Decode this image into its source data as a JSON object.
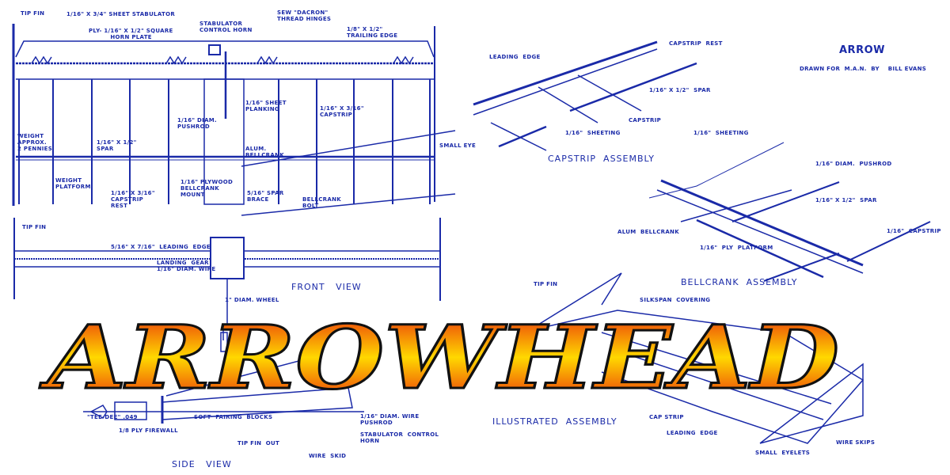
{
  "plan_view": {
    "labels": {
      "tip_fin": "TIP FIN",
      "sheet_stabulator": "1/16\" X 3/4\" SHEET STABULATOR",
      "horn_plate": "PLY- 1/16\" X 1/2\" SQUARE\n          HORN PLATE",
      "control_horn": "STABULATOR\nCONTROL HORN",
      "thread_hinges": "SEW \"DACRON\"\nTHREAD HINGES",
      "trailing_edge": "1/8\" X 1/2\"\nTRAILING EDGE",
      "sheet_planking": "1/16\" SHEET\nPLANKING",
      "pushrod": "1/16\" DIAM.\nPUSHROD",
      "capstrip": "1/16\" X 3/16\"\nCAPSTRIP",
      "alum_bellcrank": "ALUM.\nBELLCRANK",
      "weight": "WEIGHT\nAPPROX.\n2 PENNIES",
      "spar": "1/16\" X 1/2\"\nSPAR",
      "small_eye": "SMALL EYE",
      "weight_platform": "WEIGHT\nPLATFORM",
      "bellcrank_mount": "1/16\" PLYWOOD\nBELLCRANK\nMOUNT",
      "spar_brace": "5/16\" SPAR\nBRACE",
      "bellcrank_bolt": "BELLCRANK\nBOLT",
      "capstrip_rest": "1/16\" X 3/16\"\nCAPSTRIP\nREST"
    }
  },
  "capstrip_assembly": {
    "title": "CAPSTRIP  ASSEMBLY",
    "labels": {
      "capstrip_rest": "CAPSTRIP  REST",
      "leading_edge": "LEADING  EDGE",
      "spar": "1/16\" X 1/2\"  SPAR",
      "capstrip": "CAPSTRIP",
      "sheeting": "1/16\"  SHEETING"
    }
  },
  "title_block": {
    "title": "ARROW",
    "credit": "DRAWN FOR  M.A.N.  BY    BILL EVANS"
  },
  "bellcrank_assembly": {
    "title": "BELLCRANK  ASSEMBLY",
    "labels": {
      "sheeting": "1/16\"  SHEETING",
      "pushrod": "1/16\" DIAM.  PUSHROD",
      "spar": "1/16\" X 1/2\"  SPAR",
      "alum_bellcrank": "ALUM  BELLCRANK",
      "capstrip": "1/16\"  CAPSTRIP",
      "ply_platform": "1/16\"  PLY  PLATFORM"
    }
  },
  "front_view": {
    "title": "FRONT   VIEW",
    "labels": {
      "tip_fin": "TIP FIN",
      "leading_edge": "5/16\" X 7/16\"  LEADING  EDGE",
      "landing_gear": "LANDING  GEAR\n1/16\" DIAM. WIRE",
      "wheel": "1\" DIAM. WHEEL"
    }
  },
  "side_view": {
    "title": "SIDE   VIEW",
    "labels": {
      "engine": "\"TEE-DEE\" .049",
      "firewall": "1/8 PLY FIREWALL",
      "fairing": "SOFT  FAIRING  BLOCKS",
      "pushrod": "1/16\" DIAM. WIRE\nPUSHROD",
      "control_horn": "STABULATOR  CONTROL\nHORN",
      "wire_skid": "WIRE  SKID",
      "tip_fin_out": "TIP FIN  OUT"
    }
  },
  "illustrated_assembly": {
    "title": "ILLUSTRATED  ASSEMBLY",
    "labels": {
      "tip_fin": "TIP FIN",
      "silkspan": "SILKSPAN  COVERING",
      "cap_strip": "CAP STRIP",
      "leading_edge": "LEADING  EDGE",
      "small_eyelets": "SMALL  EYELETS",
      "wire_skips": "WIRE SKIPS"
    }
  },
  "logo": {
    "text": "ARROWHEAD",
    "colors": {
      "top": "#e8200c",
      "middle": "#ffd800",
      "outline": "#111111"
    }
  },
  "colors": {
    "ink": "#1a2aa8",
    "background": "#ffffff"
  }
}
